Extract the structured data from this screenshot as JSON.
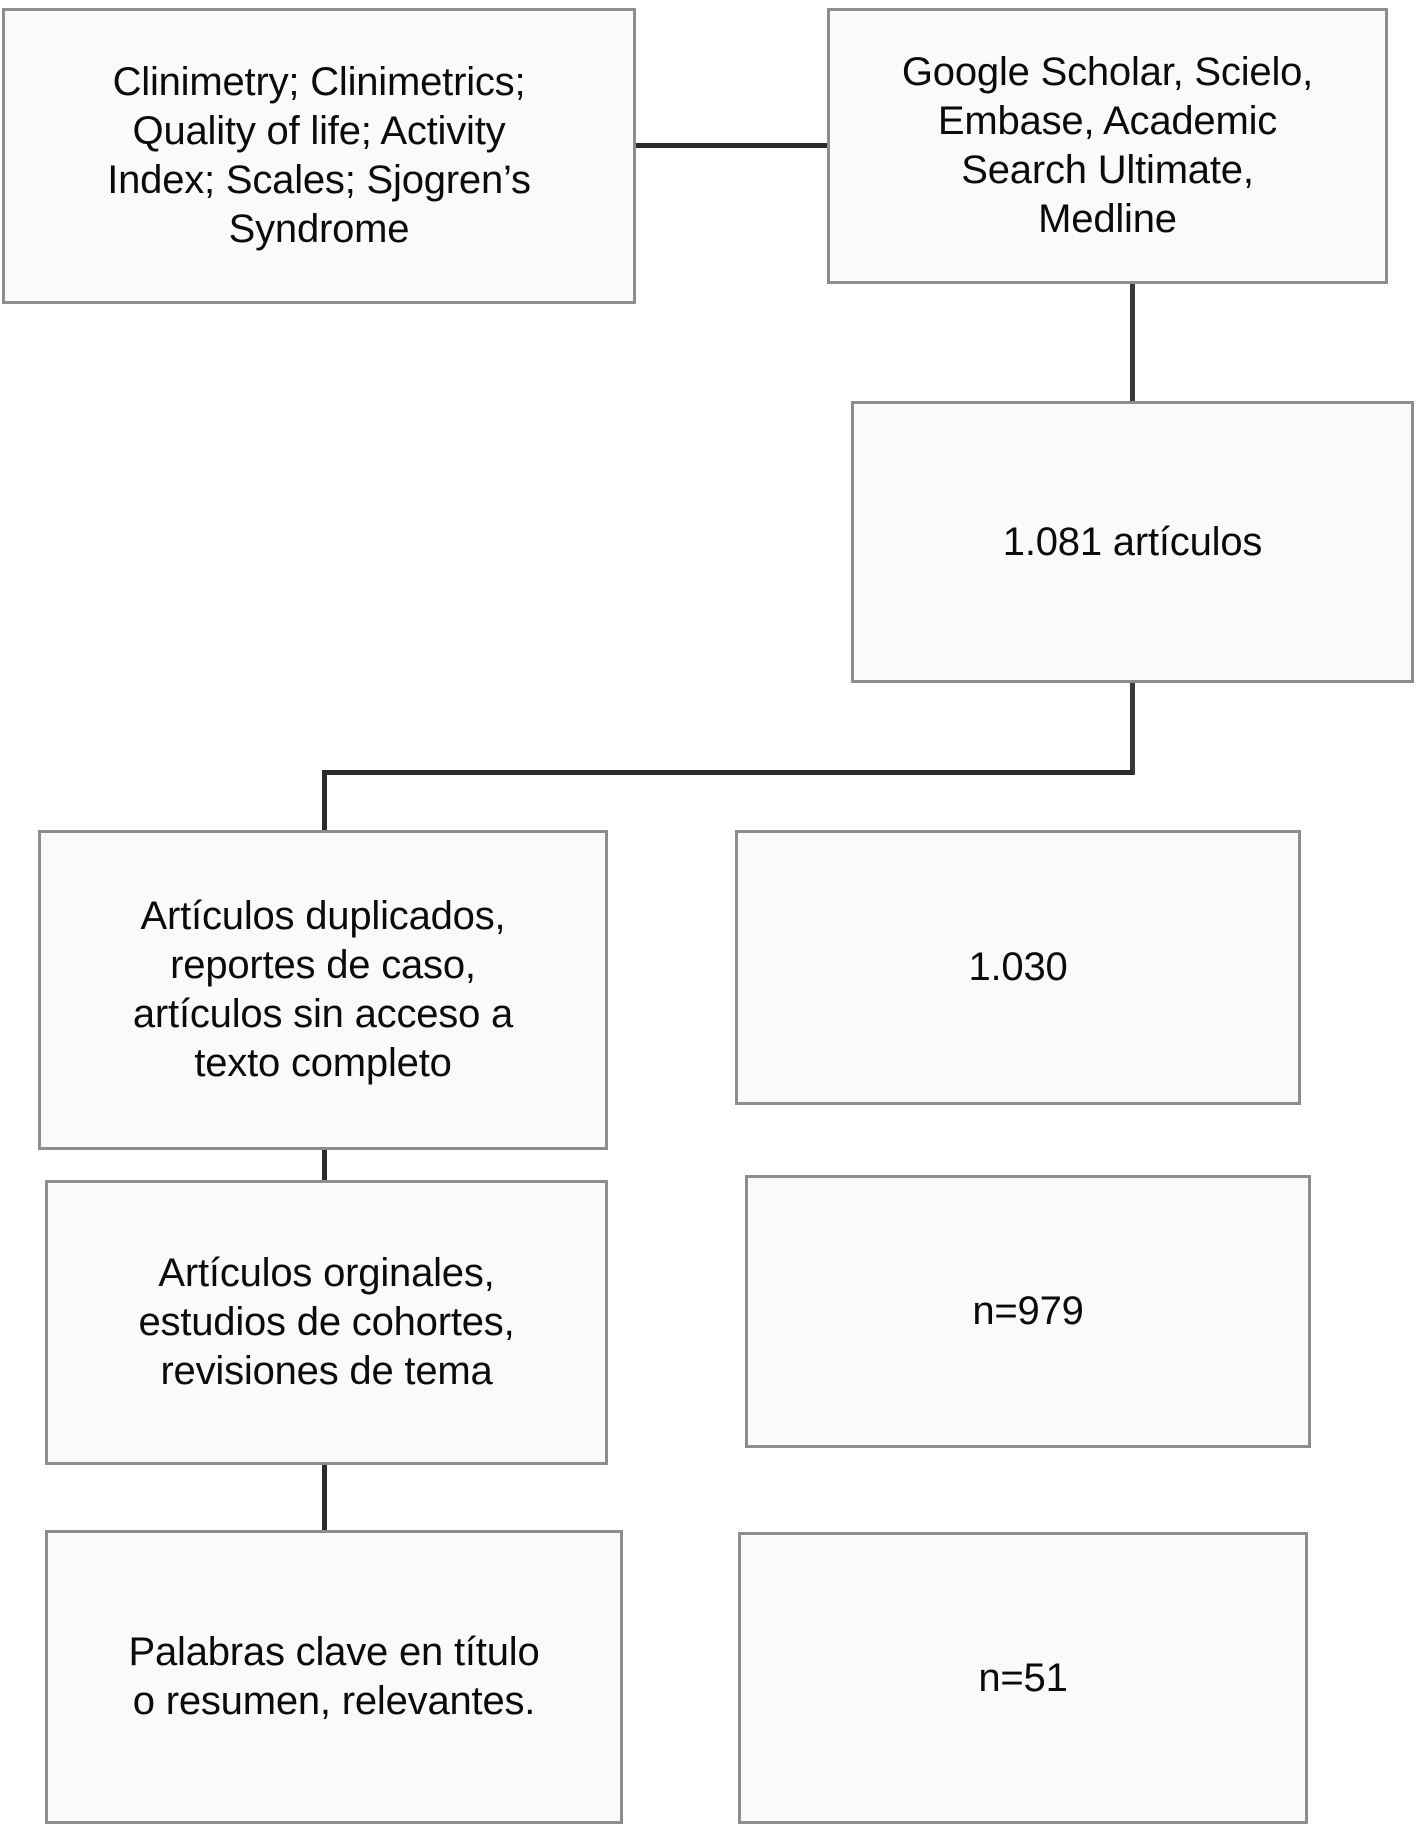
{
  "diagram": {
    "type": "flowchart",
    "title": "PRISMA-style article selection flow",
    "nodes": [
      {
        "id": "keywords",
        "label": "Clinimetry; Clinimetrics;\nQuality of life; Activity\nIndex; Scales; Sjogren’s\nSyndrome",
        "column": "left",
        "row": 1
      },
      {
        "id": "databases",
        "label": "Google Scholar, Scielo,\nEmbase, Academic\nSearch Ultimate,\nMedline",
        "column": "right",
        "row": 1
      },
      {
        "id": "total-articles",
        "label": "1.081 artículos",
        "column": "right",
        "row": 2
      },
      {
        "id": "excluded-criteria",
        "label": "Artículos duplicados,\nreportes de caso,\nartículos sin acceso a\ntexto completo",
        "column": "left",
        "row": 3
      },
      {
        "id": "excluded-count",
        "label": "1.030",
        "column": "right",
        "row": 3
      },
      {
        "id": "included-types",
        "label": "Artículos orginales,\nestudios de cohortes,\nrevisiones de tema",
        "column": "left",
        "row": 4
      },
      {
        "id": "included-count",
        "label": "n=979",
        "column": "right",
        "row": 4
      },
      {
        "id": "keyword-relevance",
        "label": "Palabras clave en título\no resumen, relevantes.",
        "column": "left",
        "row": 5
      },
      {
        "id": "final-count",
        "label": "n=51",
        "column": "right",
        "row": 5
      }
    ],
    "edges": [
      {
        "from": "keywords",
        "to": "databases",
        "style": "horizontal"
      },
      {
        "from": "databases",
        "to": "total-articles",
        "style": "vertical"
      },
      {
        "from": "total-articles",
        "to": "excluded-criteria",
        "style": "elbow"
      },
      {
        "from": "excluded-criteria",
        "to": "included-types",
        "style": "vertical"
      },
      {
        "from": "included-types",
        "to": "keyword-relevance",
        "style": "vertical"
      }
    ],
    "colors": {
      "box_fill": "#fbfafa",
      "box_border": "#8d8d8d",
      "connector": "#2b2b2b",
      "text": "#0b0b0b",
      "background": "#ffffff"
    }
  }
}
